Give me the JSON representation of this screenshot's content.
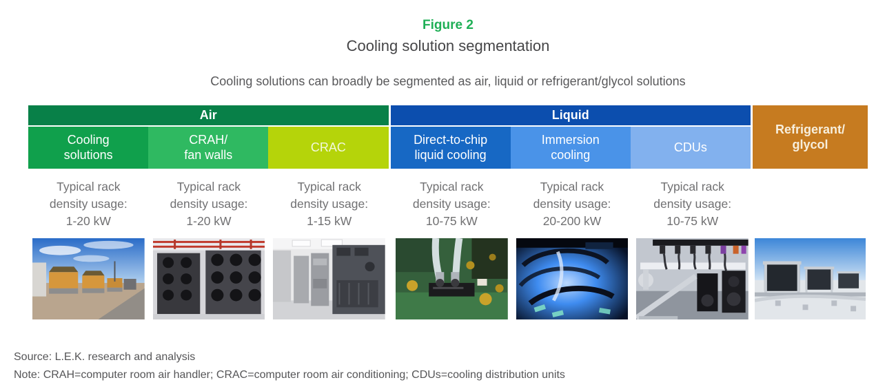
{
  "header": {
    "figure_label": "Figure 2",
    "title": "Cooling solution segmentation",
    "subtitle": "Cooling solutions can broadly be segmented as air, liquid or refrigerant/glycol solutions"
  },
  "colors": {
    "figure_label_green": "#1FAF56",
    "air_header": "#088048",
    "liquid_header": "#0C4EAE",
    "refrigerant_orange": "#C67B20"
  },
  "segments": {
    "air": {
      "label": "Air",
      "color": "#088048",
      "columns": [
        {
          "label": "Cooling\nsolutions",
          "color": "#10A04C",
          "density_label": "Typical rack density usage:",
          "density_value": "1-20 kW",
          "photo": "outdoor-data-center-cooling-units-photo"
        },
        {
          "label": "CRAH/\nfan walls",
          "color": "#2FB961",
          "density_label": "Typical rack density usage:",
          "density_value": "1-20 kW",
          "photo": "fan-wall-units-photo"
        },
        {
          "label": "CRAC",
          "color": "#B5D40A",
          "density_label": "Typical rack density usage:",
          "density_value": "1-15 kW",
          "photo": "crac-units-room-photo"
        }
      ]
    },
    "liquid": {
      "label": "Liquid",
      "color": "#0C4EAE",
      "columns": [
        {
          "label": "Direct-to-chip\nliquid cooling",
          "color": "#1768C4",
          "density_label": "Typical rack density usage:",
          "density_value": "10-75 kW",
          "photo": "direct-to-chip-circuit-board-tubes-photo"
        },
        {
          "label": "Immersion\ncooling",
          "color": "#4A93E8",
          "density_label": "Typical rack density usage:",
          "density_value": "20-200 kW",
          "photo": "immersion-cooling-tank-photo"
        },
        {
          "label": "CDUs",
          "color": "#82B1EE",
          "density_label": "Typical rack density usage:",
          "density_value": "10-75 kW",
          "photo": "cdu-manifold-equipment-photo"
        }
      ]
    },
    "refrigerant": {
      "label": "Refrigerant/\nglycol",
      "color": "#C67B20",
      "photo": "rooftop-cooling-towers-photo"
    }
  },
  "footer": {
    "source": "Source: L.E.K. research and analysis",
    "note": "Note: CRAH=computer room air handler; CRAC=computer room air conditioning; CDUs=cooling distribution units"
  }
}
